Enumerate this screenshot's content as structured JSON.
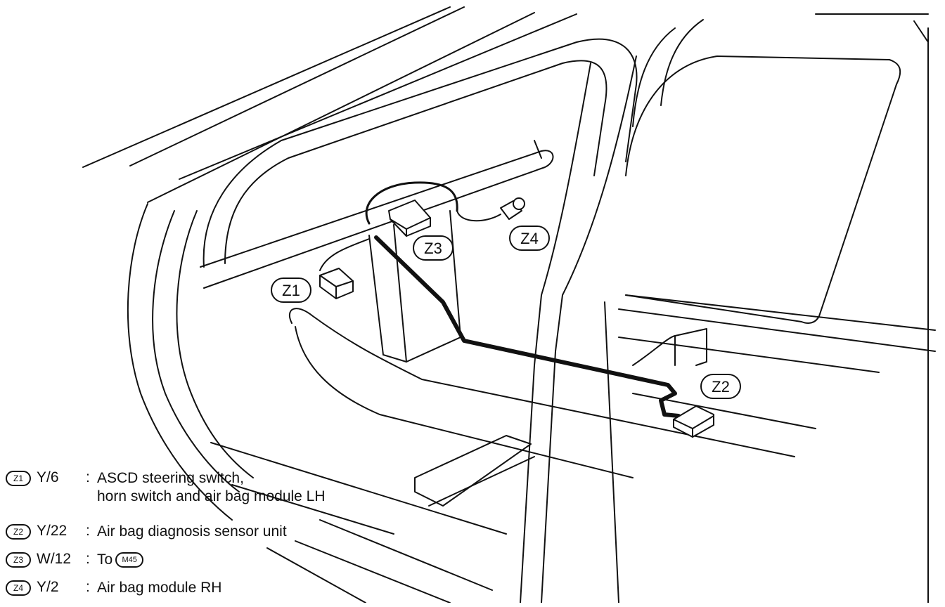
{
  "callouts": [
    {
      "id": "z1",
      "text": "Z1"
    },
    {
      "id": "z2",
      "text": "Z2"
    },
    {
      "id": "z3",
      "text": "Z3"
    },
    {
      "id": "z4",
      "text": "Z4"
    }
  ],
  "legend": [
    {
      "badge": "Z1",
      "code": "Y/6",
      "lines": [
        "ASCD steering switch,",
        "horn switch and air bag module LH"
      ]
    },
    {
      "badge": "Z2",
      "code": "Y/22",
      "lines": [
        "Air bag diagnosis sensor unit"
      ]
    },
    {
      "badge": "Z3",
      "code": "W/12",
      "lines": [
        "To"
      ],
      "ref": "M45"
    },
    {
      "badge": "Z4",
      "code": "Y/2",
      "lines": [
        "Air bag module RH"
      ]
    }
  ],
  "separator": ":"
}
